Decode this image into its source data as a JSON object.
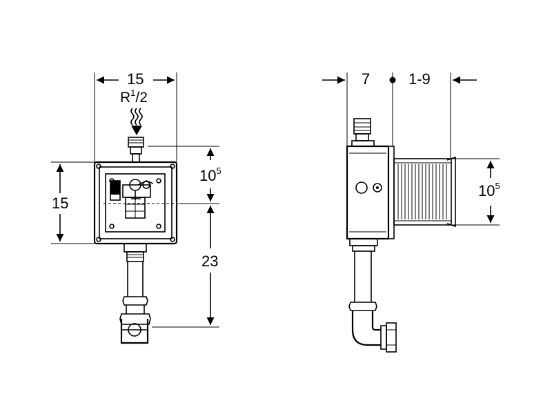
{
  "front_view": {
    "width_dim": "15",
    "thread": {
      "main": "R",
      "num": "1",
      "den": "/2"
    },
    "height_dim": "15",
    "upper_dim": {
      "main": "10",
      "sup": "5"
    },
    "lower_dim": "23"
  },
  "side_view": {
    "depth_dim": "7",
    "adjust_dim": "1-9",
    "height_dim": {
      "main": "10",
      "sup": "5"
    }
  },
  "colors": {
    "line": "#000000",
    "background": "#ffffff"
  }
}
